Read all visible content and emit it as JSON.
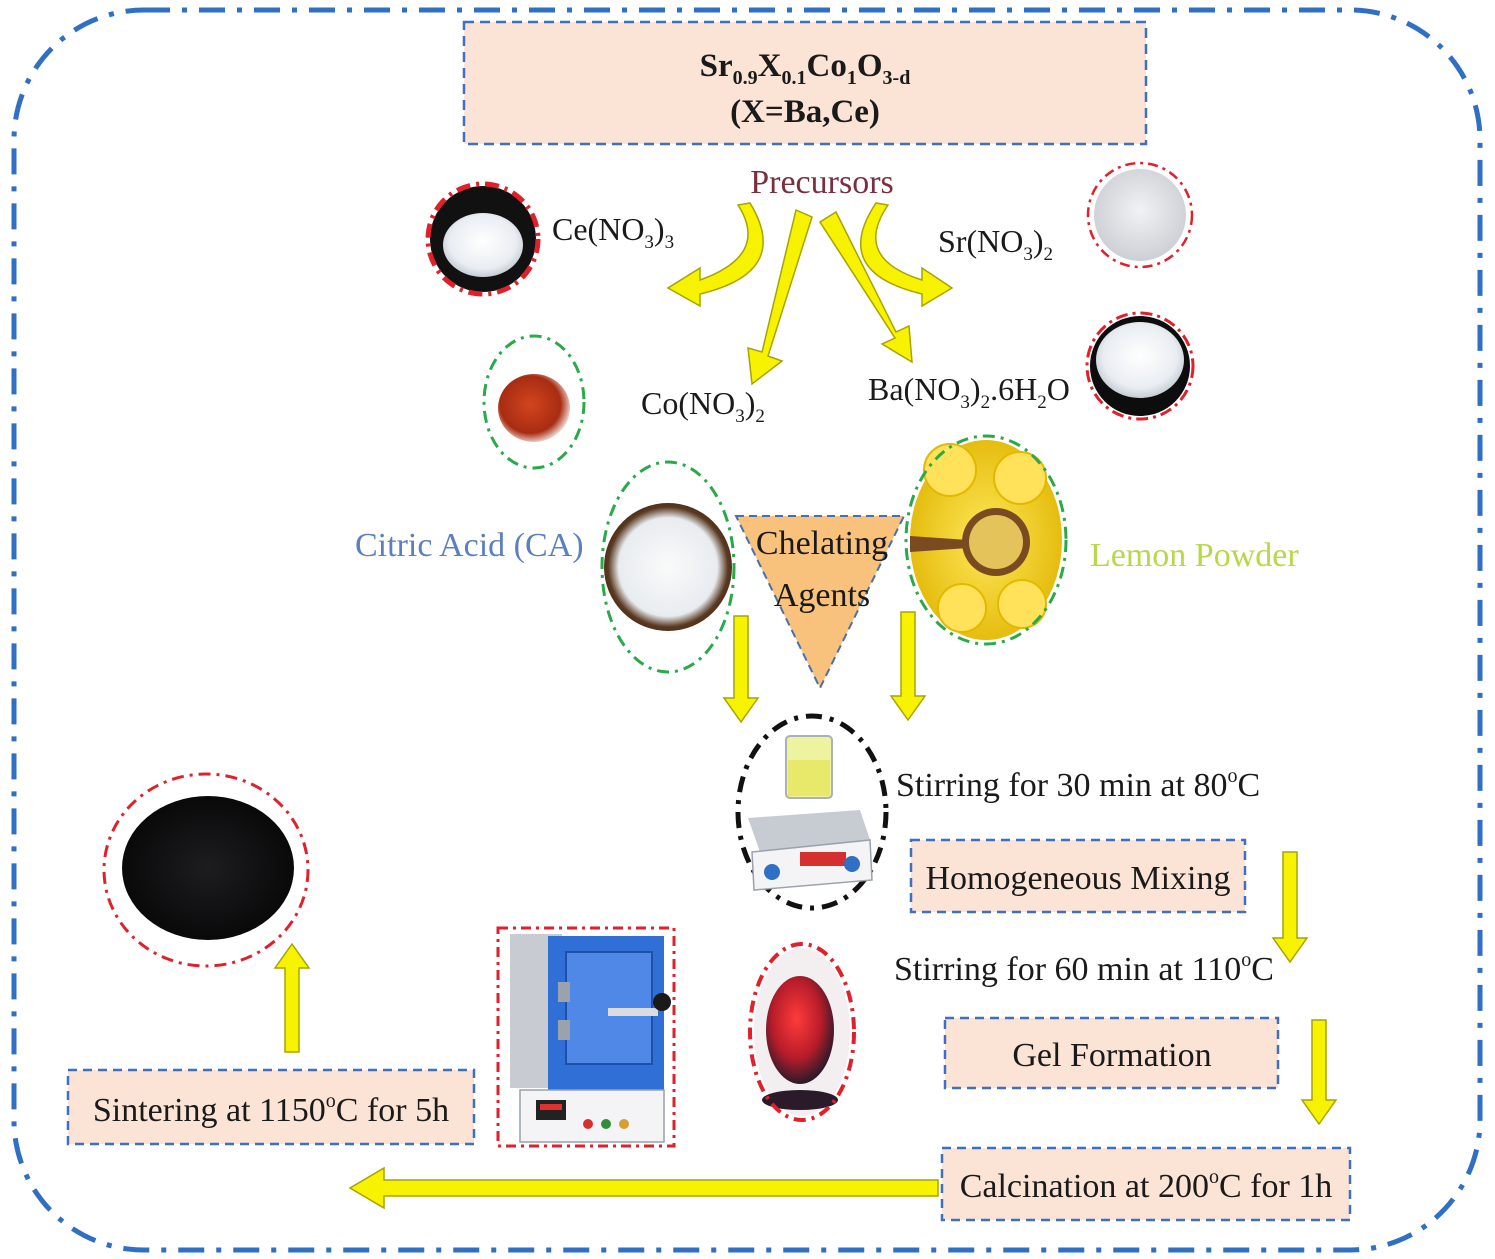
{
  "title": {
    "formula": {
      "sr": "Sr",
      "sr_sub": "0.9",
      "x": "X",
      "x_sub": "0.1",
      "co": "Co",
      "co_sub": "1",
      "o": "O",
      "o_sub": "3-d"
    },
    "line2": "(X=Ba,Ce)"
  },
  "precursors": {
    "heading": "Precursors",
    "ce": {
      "main": "Ce(NO",
      "sub1": "3",
      "close": ")",
      "sub2": "3"
    },
    "sr": {
      "main": "Sr(NO",
      "sub1": "3",
      "close": ")",
      "sub2": "2"
    },
    "co": {
      "main": "Co(NO",
      "sub1": "3",
      "close": ")",
      "sub2": "2"
    },
    "ba": {
      "main": "Ba(NO",
      "sub1": "3",
      "close": ")",
      "sub2": "2",
      "tail": ".6H",
      "sub3": "2",
      "end": "O"
    }
  },
  "chelating": {
    "line1": "Chelating",
    "line2": "Agents",
    "citric": "Citric Acid (CA)",
    "lemon": "Lemon Powder"
  },
  "steps": {
    "stir1": {
      "text": "Stirring for 30 min at 80",
      "deg": "o",
      "unit": "C"
    },
    "mixing": "Homogeneous Mixing",
    "stir2": {
      "text": "Stirring for 60 min at 110",
      "deg": "o",
      "unit": "C"
    },
    "gel": "Gel Formation",
    "calc": {
      "text": "Calcination at 200",
      "deg": "o",
      "unit": "C for 1h"
    },
    "sinter": {
      "text": "Sintering at 1150",
      "deg": "o",
      "unit": "C for 5h"
    }
  },
  "colors": {
    "frame": "#2f6fc4",
    "box_fill": "#fbe3d5",
    "box_border": "#3e6fc0",
    "arrow": "#f6f200",
    "arrow_edge": "#a8a300",
    "precursors_text": "#7a2f3f",
    "citric_text": "#5b7fc2",
    "lemon_text": "#b7d84a",
    "triangle": "#f8c27d",
    "red_ring": "#e0202a",
    "green_ring": "#2aa84a"
  }
}
